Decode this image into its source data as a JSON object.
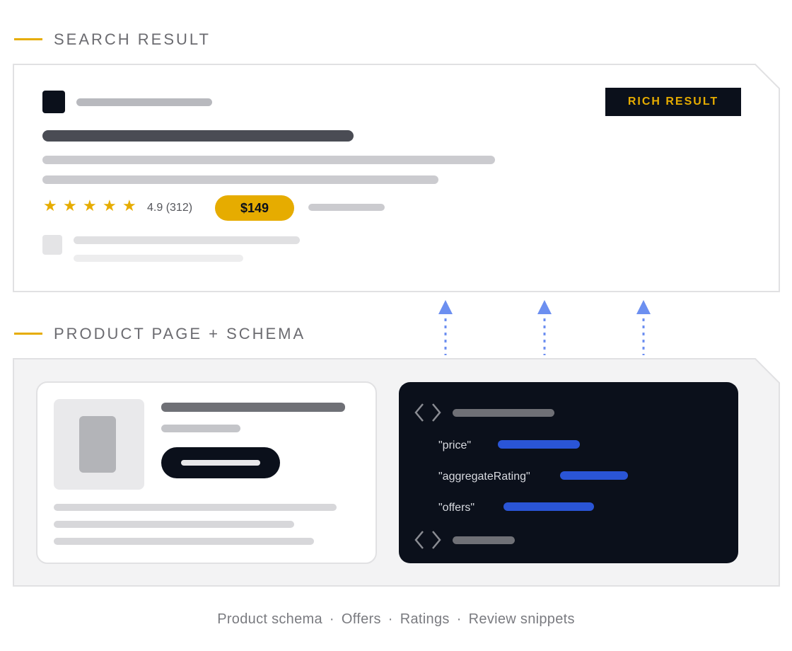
{
  "search_section": {
    "title": "SEARCH RESULT",
    "badge": "RICH RESULT",
    "rating_text": "4.9 (312)",
    "price": "$149",
    "stars": [
      "★",
      "★",
      "★",
      "★",
      "★"
    ]
  },
  "product_section": {
    "title": "PRODUCT PAGE + SCHEMA",
    "schema_keys": [
      "\"price\"",
      "\"aggregateRating\"",
      "\"offers\""
    ]
  },
  "footer": {
    "items": [
      "Product schema",
      "Offers",
      "Ratings",
      "Review snippets"
    ],
    "separator": "·"
  },
  "colors": {
    "accent": "#e6ac00",
    "dark": "#0b101b",
    "code_highlight": "#2a55d6",
    "arrow": "#6c8ff0"
  }
}
